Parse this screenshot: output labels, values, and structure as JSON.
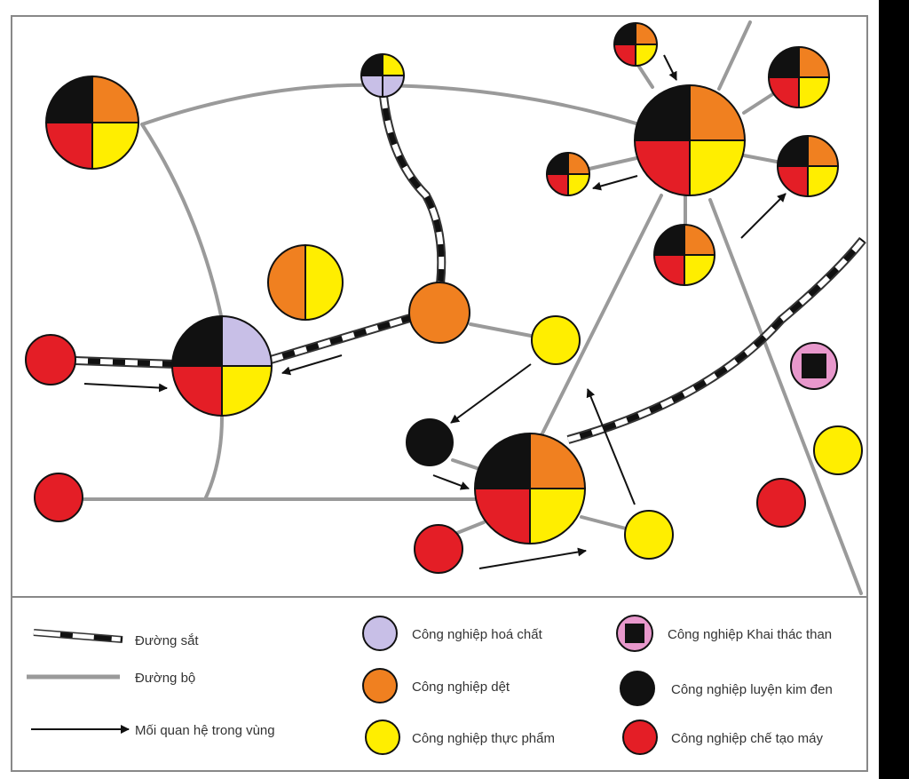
{
  "colors": {
    "chemical": "#c8bfe7",
    "textile": "#f08020",
    "food": "#ffee00",
    "coal": "#e898cc",
    "ferrous": "#111111",
    "machinery": "#e41e26",
    "road": "#9a9a9a",
    "rail_dark": "#111111",
    "rail_light": "#ffffff",
    "arrow": "#111111",
    "frame": "#888888",
    "right_bar": "#000000"
  },
  "legend": {
    "railway": "Đường sắt",
    "road": "Đường bộ",
    "relation": "Mối quan hệ trong vùng",
    "chemical": "Công nghiệp hoá chất",
    "textile": "Công nghiệp dệt",
    "food": "Công nghiệp thực phẩm",
    "coal": "Công nghiệp Khai thác than",
    "ferrous": "Công nghiệp luyện kim đen",
    "machinery": "Công nghiệp chế tạo máy"
  },
  "icons": {
    "railway": "railway-line-icon",
    "road": "road-line-icon",
    "relation": "arrow-icon",
    "chemical": "chemical-industry-icon",
    "textile": "textile-industry-icon",
    "food": "food-industry-icon",
    "coal": "coal-mining-icon",
    "ferrous": "ferrous-metallurgy-icon",
    "machinery": "machinery-industry-icon"
  }
}
